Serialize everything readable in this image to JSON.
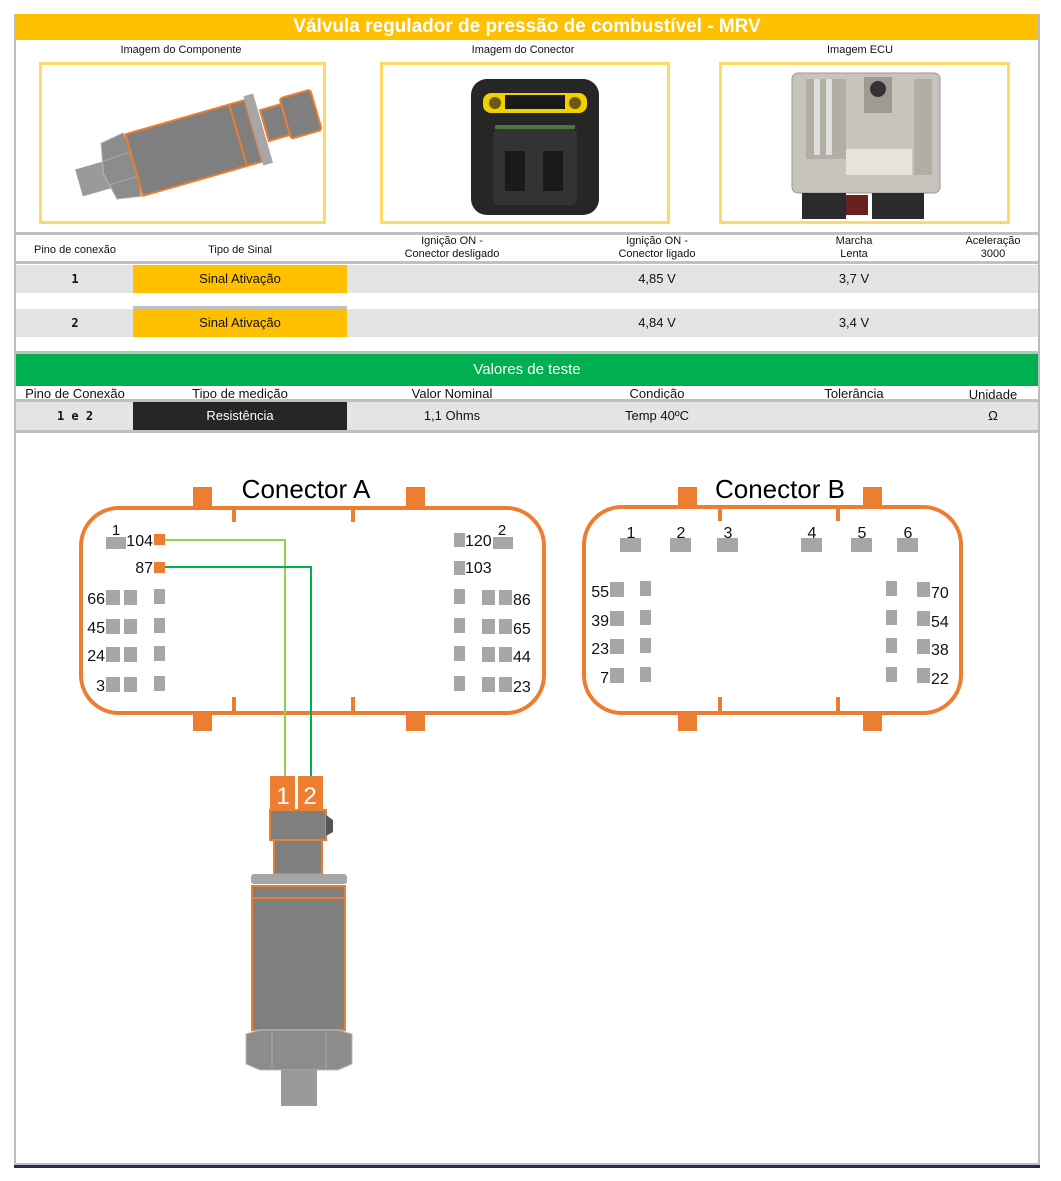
{
  "title": "Válvula regulador de pressão de combustível - MRV",
  "images": {
    "component_label": "Imagem do Componente",
    "connector_label": "Imagem do Conector",
    "ecu_label": "Imagem ECU"
  },
  "signal_table": {
    "headers": {
      "pin": "Pino de conexão",
      "signal_type": "Tipo de Sinal",
      "ign_off_line1": "Ignição ON -",
      "ign_off_line2": "Conector desligado",
      "ign_on_line1": "Ignição ON -",
      "ign_on_line2": "Conector ligado",
      "idle_line1": "Marcha",
      "idle_line2": "Lenta",
      "accel_line1": "Aceleração",
      "accel_line2": "3000"
    },
    "rows": [
      {
        "pin": "1",
        "signal_type": "Sinal Ativação",
        "ign_disconnected": "",
        "ign_connected": "4,85 V",
        "idle": "3,7 V",
        "accel": ""
      },
      {
        "pin": "2",
        "signal_type": "Sinal Ativação",
        "ign_disconnected": "",
        "ign_connected": "4,84 V",
        "idle": "3,4 V",
        "accel": ""
      }
    ]
  },
  "test_values": {
    "title": "Valores de teste",
    "headers": {
      "pin": "Pino de Conexão",
      "measurement": "Tipo de medição",
      "nominal": "Valor Nominal",
      "condition": "Condição",
      "tolerance": "Tolerância",
      "unit": "Unidade"
    },
    "rows": [
      {
        "pin": "1 e 2",
        "measurement": "Resistência",
        "nominal": "1,1 Ohms",
        "condition": "Temp 40ºC",
        "tolerance": "",
        "unit": "Ω"
      }
    ]
  },
  "diagram": {
    "connector_a": {
      "title": "Conector A",
      "corner_left": "1",
      "corner_right": "2",
      "active_pins": [
        "104",
        "87"
      ],
      "left_labels": [
        "66",
        "45",
        "24",
        "3"
      ],
      "right_labels_top": [
        "120",
        "103"
      ],
      "right_labels": [
        "86",
        "65",
        "44",
        "23"
      ]
    },
    "connector_b": {
      "title": "Conector B",
      "top_pins": [
        "1",
        "2",
        "3",
        "4",
        "5",
        "6"
      ],
      "left_labels": [
        "55",
        "39",
        "23",
        "7"
      ],
      "right_labels": [
        "70",
        "54",
        "38",
        "22"
      ]
    },
    "component_pins": [
      "1",
      "2"
    ],
    "wires": [
      {
        "from": "104",
        "to": "1",
        "color": "#92d050"
      },
      {
        "from": "87",
        "to": "2",
        "color": "#00b050"
      }
    ],
    "colors": {
      "connector_outline": "#ed7d31",
      "pin_grey": "#a6a6a6",
      "active_pin": "#ed7d31"
    }
  }
}
